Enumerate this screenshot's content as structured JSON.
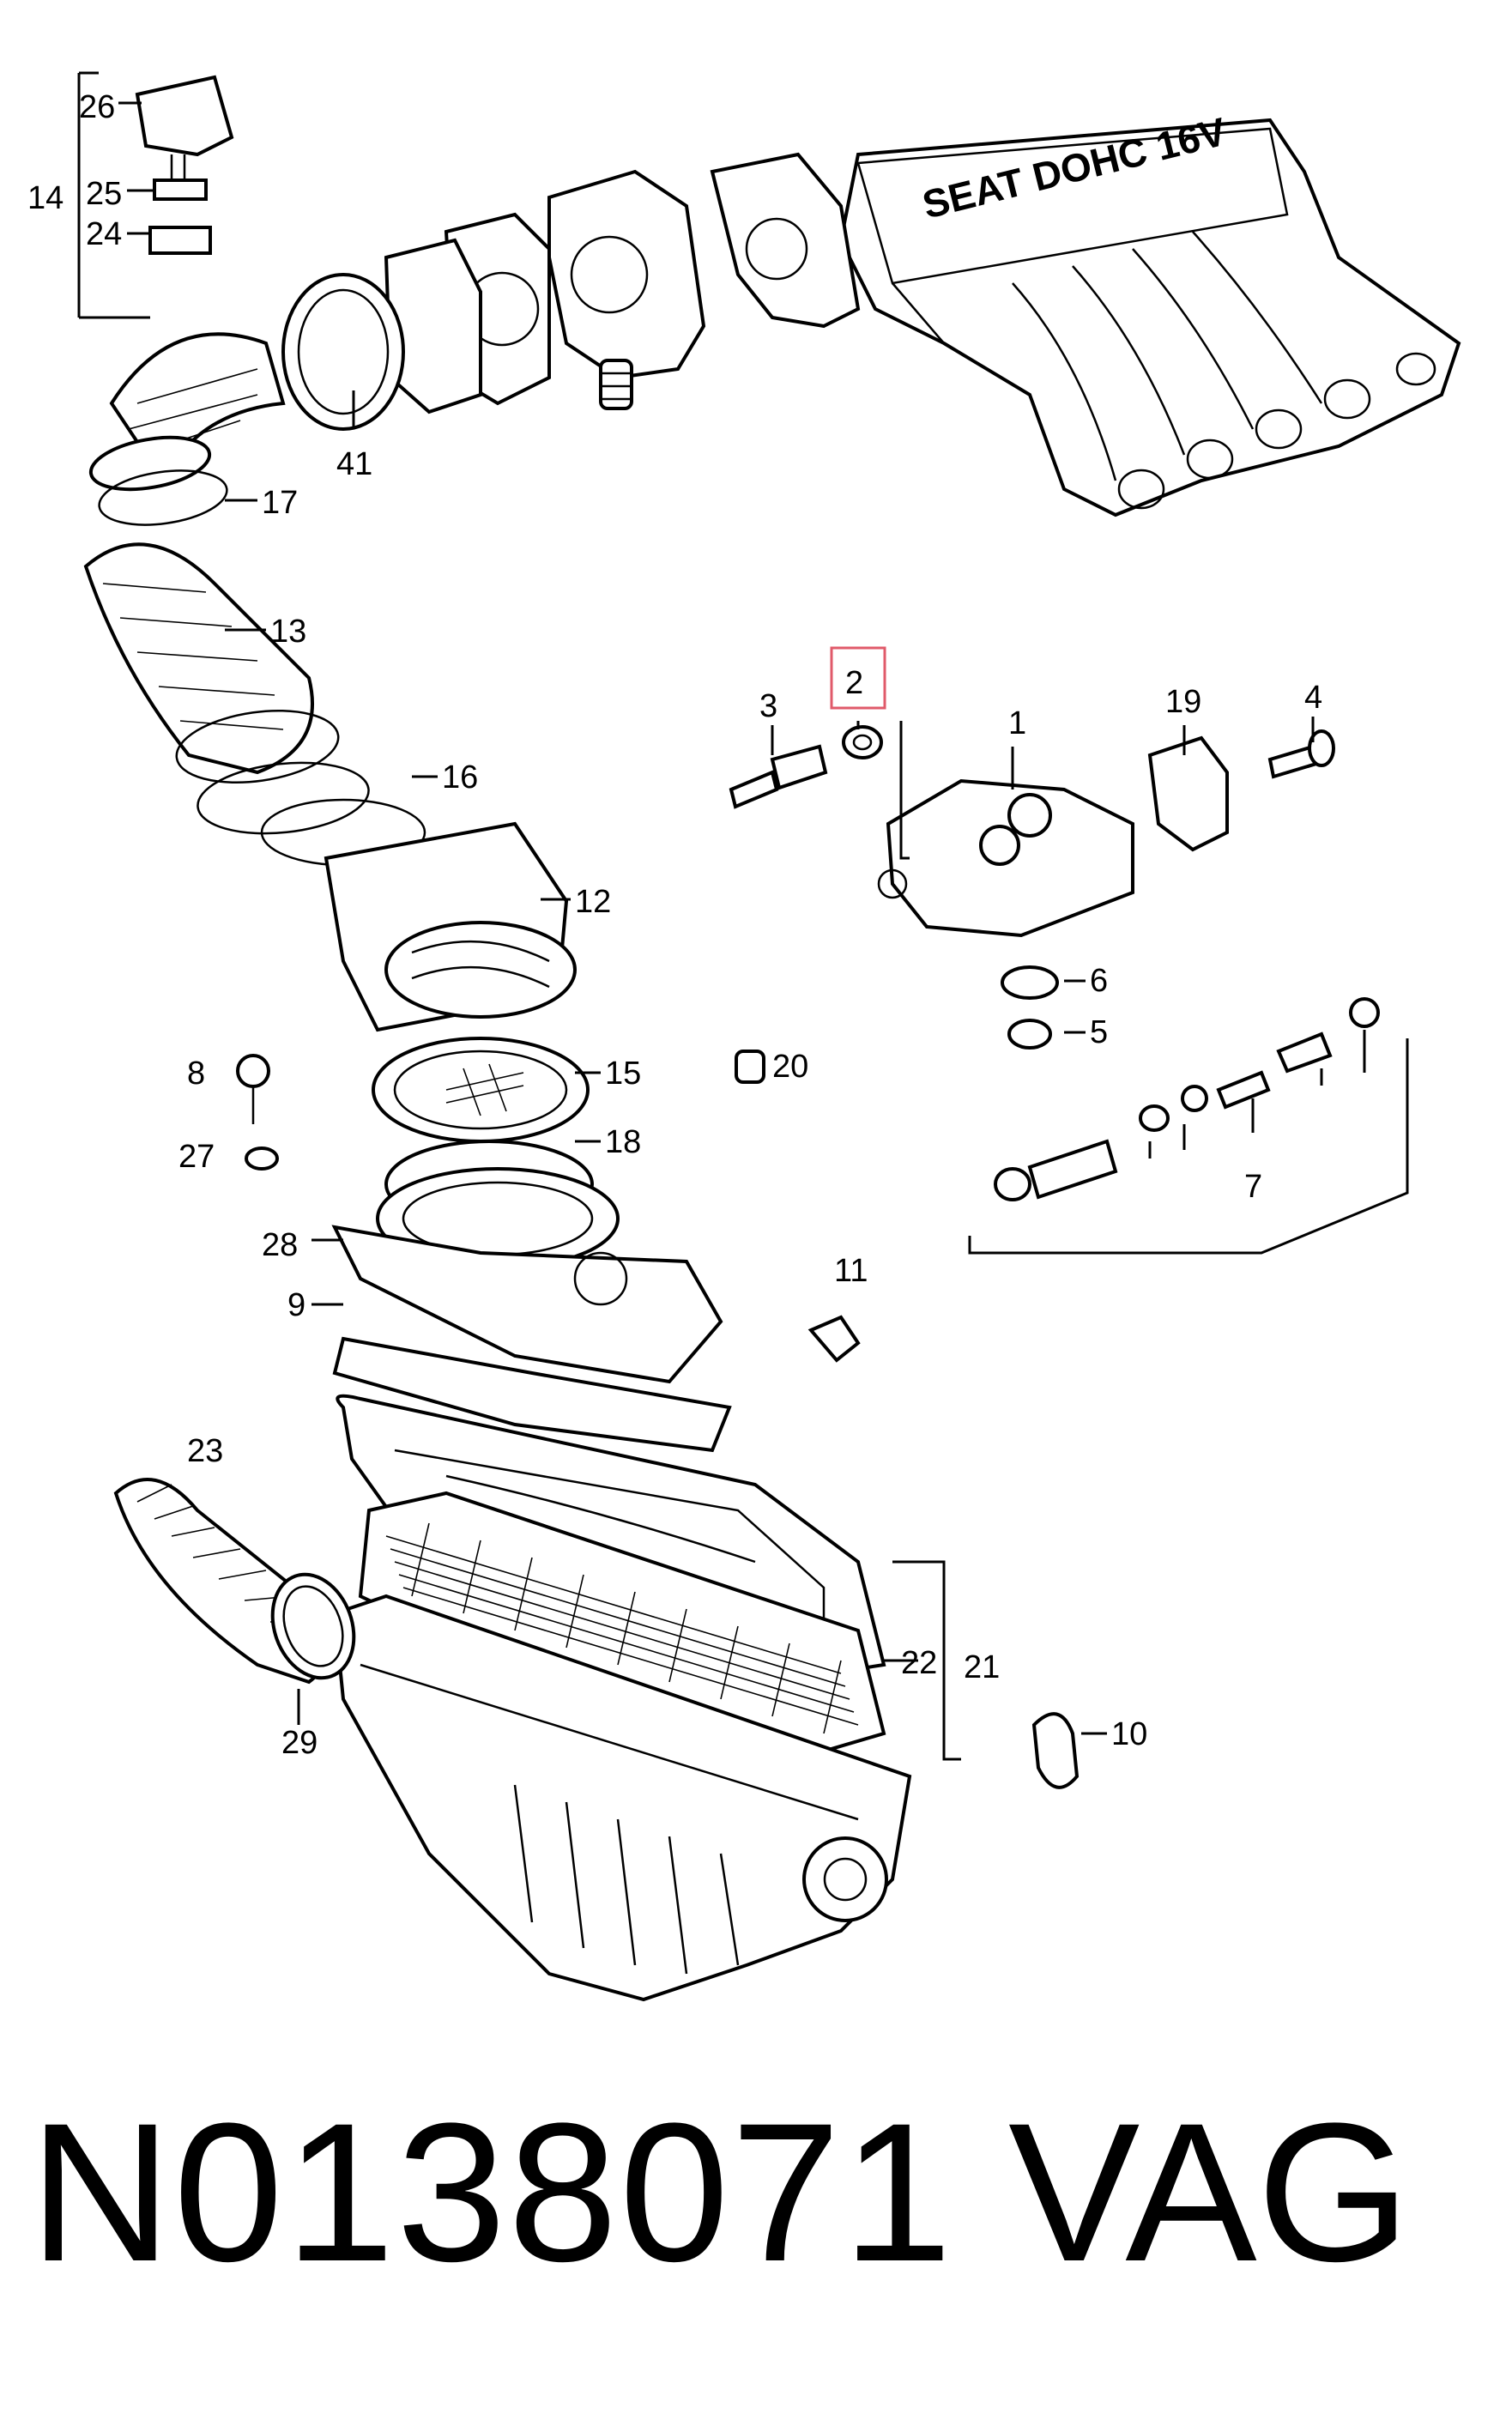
{
  "diagram": {
    "labels": {
      "l1": "1",
      "l2": "2",
      "l3": "3",
      "l4": "4",
      "l5": "5",
      "l6": "6",
      "l7": "7",
      "l8": "8",
      "l9": "9",
      "l10": "10",
      "l11": "11",
      "l12": "12",
      "l13": "13",
      "l14": "14",
      "l15": "15",
      "l16": "16",
      "l17": "17",
      "l18": "18",
      "l19": "19",
      "l20": "20",
      "l21": "21",
      "l22": "22",
      "l23": "23",
      "l24": "24",
      "l25": "25",
      "l26": "26",
      "l27": "27",
      "l28": "28",
      "l29": "29",
      "l41": "41"
    },
    "manifold_text": "SEAT DOHC 16V",
    "highlighted_label": "2",
    "highlight_color": "#e05a6a"
  },
  "footer": {
    "part_number": "N0138071",
    "brand": "VAG"
  }
}
